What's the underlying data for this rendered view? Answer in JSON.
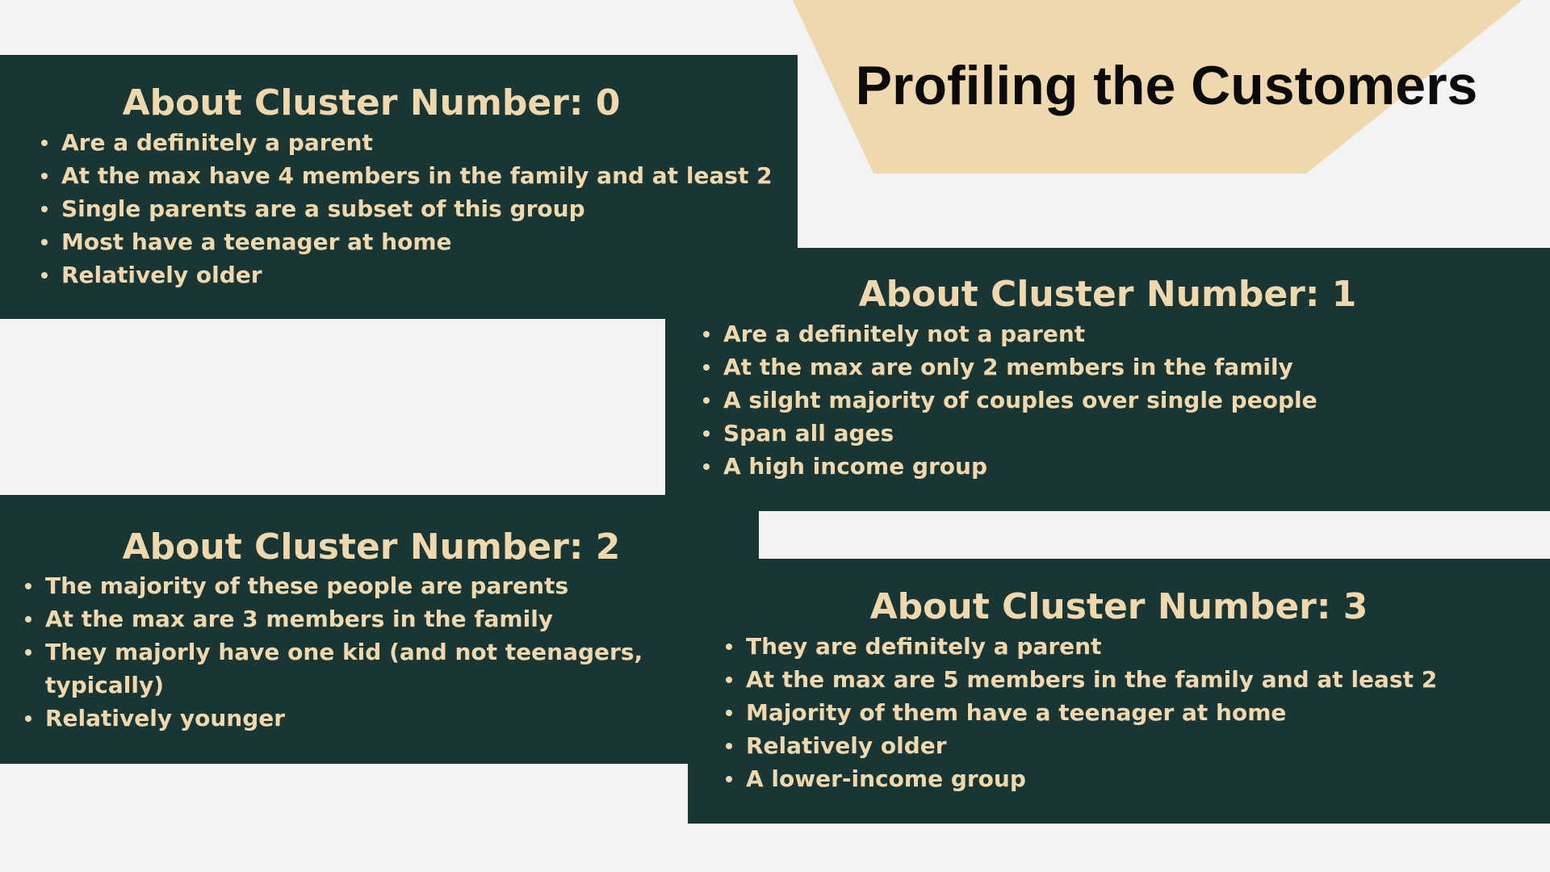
{
  "title": "Profiling the Customers",
  "colors": {
    "background": "#f3f3f3",
    "banner": "#efd8ae",
    "panel": "#193634",
    "panel_text": "#efd8ae",
    "title_text": "#0b0b0b"
  },
  "clusters": [
    {
      "title": "About Cluster Number: 0",
      "points": [
        "Are a definitely a parent",
        "At the max have 4 members in the family and at least 2",
        "Single parents are a subset of this group",
        "Most have a teenager at home",
        "Relatively older"
      ]
    },
    {
      "title": "About Cluster Number: 1",
      "points": [
        "Are a definitely not a parent",
        "At the max are only 2 members in the family",
        "A silght majority of couples over single people",
        "Span all ages",
        "A high income group"
      ]
    },
    {
      "title": "About Cluster Number: 2",
      "points": [
        "The majority of these people are parents",
        "At the max are 3 members in the family",
        "They majorly have one kid (and not teenagers, typically)",
        "Relatively younger"
      ]
    },
    {
      "title": "About Cluster Number: 3",
      "points": [
        "They are definitely a parent",
        "At the max are 5 members in the family and at least 2",
        "Majority of them have a teenager at home",
        "Relatively older",
        "A lower-income group"
      ]
    }
  ]
}
